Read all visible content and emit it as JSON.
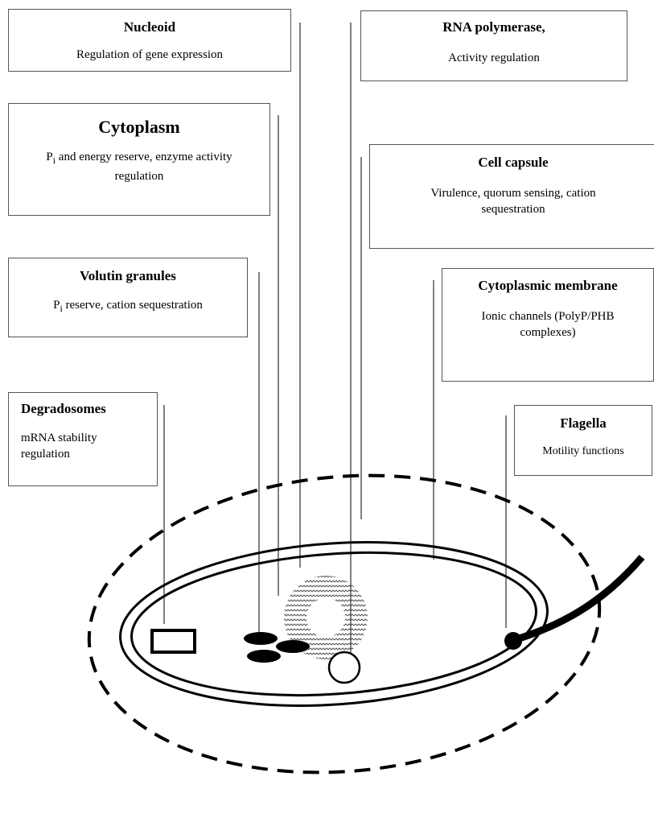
{
  "labels": {
    "nucleoid": {
      "title": "Nucleoid",
      "desc": "Regulation of gene expression"
    },
    "rna_polymerase": {
      "title": "RNA polymerase,",
      "desc": "Activity regulation"
    },
    "cytoplasm": {
      "title": "Cytoplasm",
      "desc_before": "P",
      "desc_sub": "i",
      "desc_after": " and energy reserve, enzyme activity regulation"
    },
    "cell_capsule": {
      "title": "Cell capsule",
      "desc": "Virulence, quorum sensing, cation sequestration"
    },
    "volutin_granules": {
      "title": "Volutin granules",
      "desc_before": "P",
      "desc_sub": "i",
      "desc_after": " reserve, cation sequestration"
    },
    "cytoplasmic_membrane": {
      "title": "Cytoplasmic membrane",
      "desc": "Ionic channels (PolyP/PHB complexes)"
    },
    "degradosomes": {
      "title": "Degradosomes",
      "desc": "mRNA stability regulation"
    },
    "flagella": {
      "title": "Flagella",
      "desc": "Motility functions"
    }
  }
}
